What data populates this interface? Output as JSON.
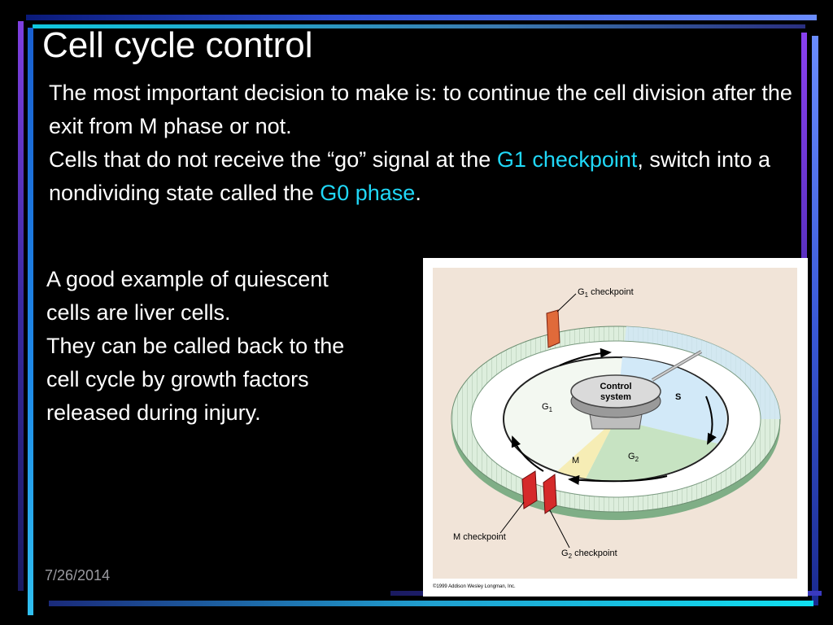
{
  "slide": {
    "title": "Cell cycle control",
    "intro": {
      "p1": "The most important decision to make is: to continue the cell division after the exit from M phase or not.",
      "p2_a": "Cells that do not receive the “go” signal at the ",
      "p2_hl1": "G1 checkpoint",
      "p2_b": ", switch into a nondividing state called the ",
      "p2_hl2": "G0 phase",
      "p2_c": "."
    },
    "side_text": {
      "p1": "A good example of quiescent cells are liver cells.",
      "p2": "They can be called back to the cell cycle by growth factors released during injury."
    },
    "date": "7/26/2014",
    "highlight_color": "#20d8f8"
  },
  "figure": {
    "labels": {
      "g1_checkpoint": "G",
      "g1_checkpoint_sub": "1",
      "g1_checkpoint_rest": " checkpoint",
      "control": "Control",
      "system": "system",
      "g1": "G",
      "g1_sub": "1",
      "s": "S",
      "g2": "G",
      "g2_sub": "2",
      "m": "M",
      "m_checkpoint": "M checkpoint",
      "g2_checkpoint": "G",
      "g2_checkpoint_sub": "2",
      "g2_checkpoint_rest": " checkpoint"
    },
    "copyright": "©1999 Addison Wesley Longman, Inc."
  }
}
